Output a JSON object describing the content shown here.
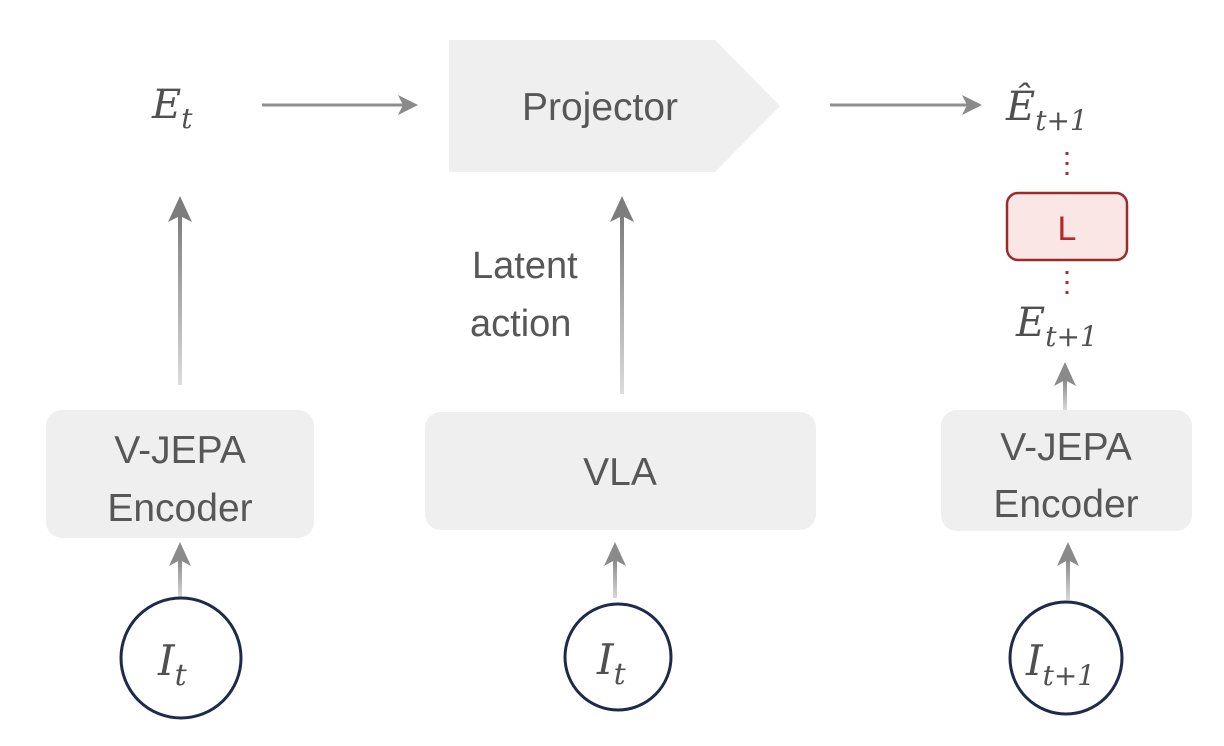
{
  "diagram": {
    "projector": {
      "label": "Projector"
    },
    "encoders": {
      "left": {
        "line1": "V-JEPA",
        "line2": "Encoder"
      },
      "right": {
        "line1": "V-JEPA",
        "line2": "Encoder"
      }
    },
    "vla": {
      "label": "VLA"
    },
    "latent_action": {
      "line1": "Latent",
      "line2": "action"
    },
    "loss": {
      "label": "L"
    },
    "embeddings": {
      "et": {
        "base": "E",
        "sub": "t"
      },
      "et1_hat": {
        "base": "Ê",
        "sub": "t+1"
      },
      "et1": {
        "base": "E",
        "sub": "t+1"
      }
    },
    "inputs": {
      "left": {
        "base": "I",
        "sub": "t"
      },
      "middle": {
        "base": "I",
        "sub": "t"
      },
      "right": {
        "base": "I",
        "sub": "t+1"
      }
    },
    "colors": {
      "box_fill": "#efefef",
      "arrow": "#8f8f8f",
      "loss_fill": "#fbe6e6",
      "loss_stroke": "#9b2b2b",
      "circle_stroke": "#1e2a4a",
      "text": "#575757"
    }
  }
}
